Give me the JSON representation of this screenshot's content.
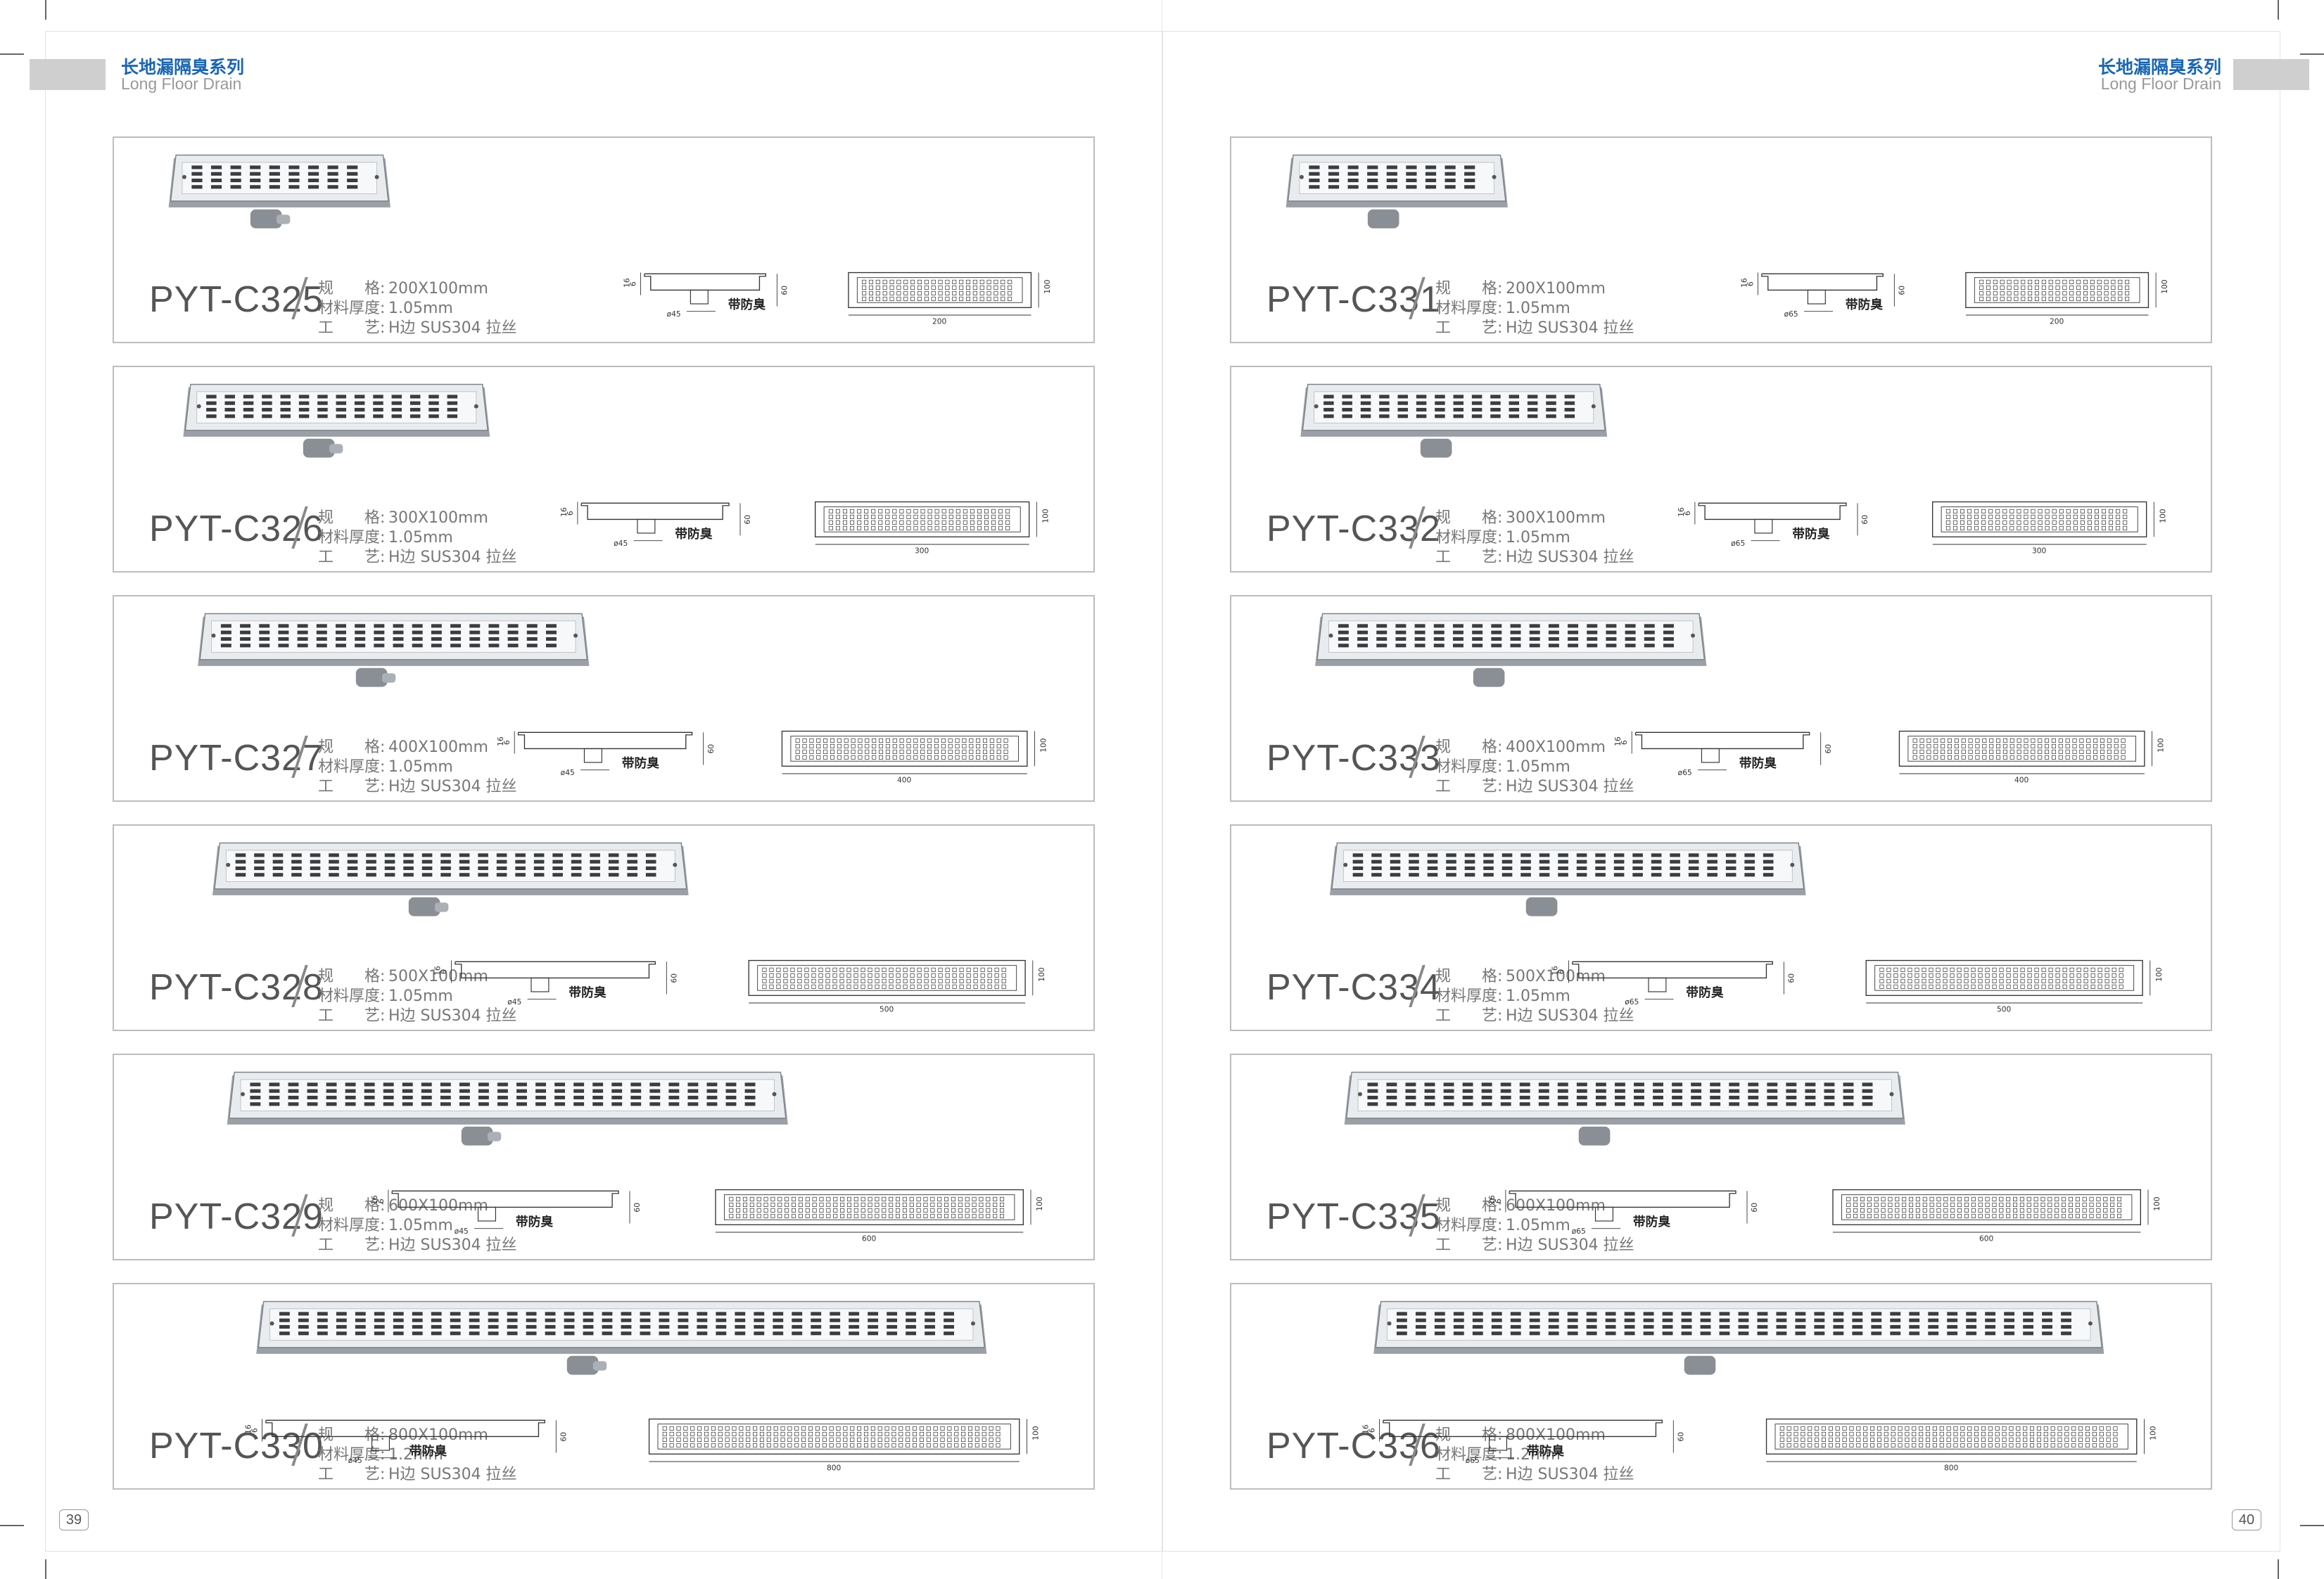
{
  "series_cn": "长地漏隔臭系列",
  "series_en": "Long Floor Drain",
  "spec_labels": {
    "size": "规　　格:",
    "thickness": "材料厚度:",
    "craft": "工　　艺:"
  },
  "drawing": {
    "odor_label": "带防臭",
    "depth_a": "16",
    "depth_b": "6",
    "height": "60",
    "width": "100"
  },
  "left_page": {
    "page_number": "39",
    "outlet": "ø45",
    "products": [
      {
        "model": "PYT-C325",
        "size": "200X100mm",
        "thickness": "1.05mm",
        "craft": "H边 SUS304 拉丝",
        "length": "200"
      },
      {
        "model": "PYT-C326",
        "size": "300X100mm",
        "thickness": "1.05mm",
        "craft": "H边 SUS304 拉丝",
        "length": "300"
      },
      {
        "model": "PYT-C327",
        "size": "400X100mm",
        "thickness": "1.05mm",
        "craft": "H边 SUS304 拉丝",
        "length": "400"
      },
      {
        "model": "PYT-C328",
        "size": "500X100mm",
        "thickness": "1.05mm",
        "craft": "H边 SUS304 拉丝",
        "length": "500"
      },
      {
        "model": "PYT-C329",
        "size": "600X100mm",
        "thickness": "1.05mm",
        "craft": "H边 SUS304 拉丝",
        "length": "600"
      },
      {
        "model": "PYT-C330",
        "size": "800X100mm",
        "thickness": "1.2mm",
        "craft": "H边 SUS304 拉丝",
        "length": "800"
      }
    ]
  },
  "right_page": {
    "page_number": "40",
    "outlet": "ø65",
    "products": [
      {
        "model": "PYT-C331",
        "size": "200X100mm",
        "thickness": "1.05mm",
        "craft": "H边 SUS304 拉丝",
        "length": "200"
      },
      {
        "model": "PYT-C332",
        "size": "300X100mm",
        "thickness": "1.05mm",
        "craft": "H边 SUS304 拉丝",
        "length": "300"
      },
      {
        "model": "PYT-C333",
        "size": "400X100mm",
        "thickness": "1.05mm",
        "craft": "H边 SUS304 拉丝",
        "length": "400"
      },
      {
        "model": "PYT-C334",
        "size": "500X100mm",
        "thickness": "1.05mm",
        "craft": "H边 SUS304 拉丝",
        "length": "500"
      },
      {
        "model": "PYT-C335",
        "size": "600X100mm",
        "thickness": "1.05mm",
        "craft": "H边 SUS304 拉丝",
        "length": "600"
      },
      {
        "model": "PYT-C336",
        "size": "800X100mm",
        "thickness": "1.2mm",
        "craft": "H边 SUS304 拉丝",
        "length": "800"
      }
    ]
  }
}
